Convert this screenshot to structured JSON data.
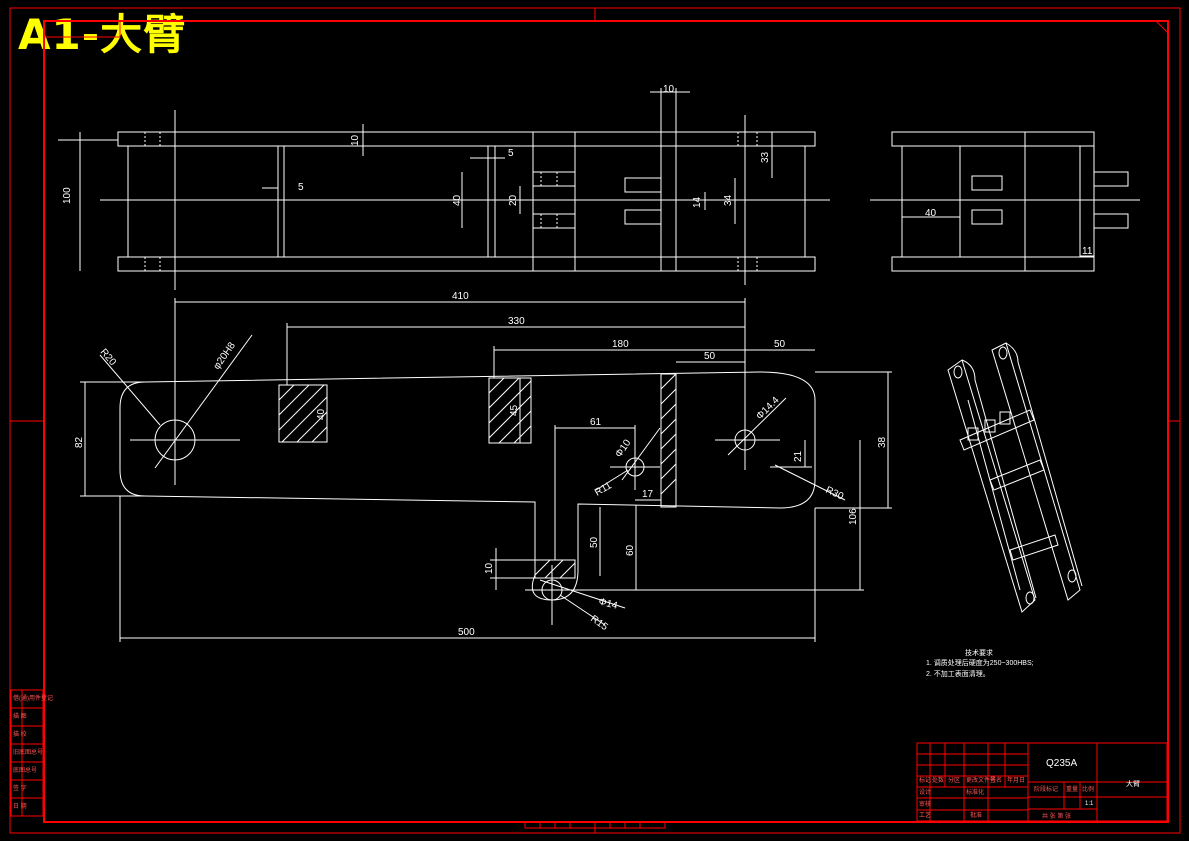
{
  "title": "A1-大臂",
  "dims_top": {
    "d10_top": "10",
    "d10_left": "10",
    "d5_a": "5",
    "d5_b": "5",
    "d100": "100",
    "d40": "40",
    "d20": "20",
    "d33": "33",
    "d14": "14",
    "d34": "34"
  },
  "dims_side": {
    "d40": "40",
    "d11": "11"
  },
  "dims_front": {
    "d410": "410",
    "d330": "330",
    "d180": "180",
    "d50a": "50",
    "d50b": "50",
    "r20": "R20",
    "phi20": "φ20H8",
    "d82": "82",
    "d40": "40",
    "d45": "45",
    "d61": "61",
    "phi10": "Φ10",
    "phi144": "Φ14.4",
    "r11": "R11",
    "d17": "17",
    "d21": "21",
    "r30": "R30",
    "d38": "38",
    "d106": "106",
    "d50c": "50",
    "d60": "60",
    "d10": "10",
    "phi14": "Φ14",
    "r15": "R15",
    "d500": "500"
  },
  "notes": {
    "heading": "技术要求",
    "line1": "1. 调质处理后硬度为250~300HBS;",
    "line2": "2. 不加工表面清理。"
  },
  "title_block": {
    "material": "Q235A",
    "part_name": "大臂",
    "scale": "1:1",
    "row_labels": [
      "标记",
      "处数",
      "分区",
      "更改文件号",
      "签名",
      "年月日"
    ],
    "designer": "设计",
    "checker": "审核",
    "process": "工艺",
    "standardize": "标准化",
    "approve": "批准",
    "stage_mark": "阶段标记",
    "weight": "重量",
    "ratio": "比例",
    "sheets": "共 张 第 张"
  },
  "side_block": [
    "借(通)用件登记",
    "描 图",
    "描 校",
    "旧底图总号",
    "底图总号",
    "签 字",
    "日 期"
  ]
}
